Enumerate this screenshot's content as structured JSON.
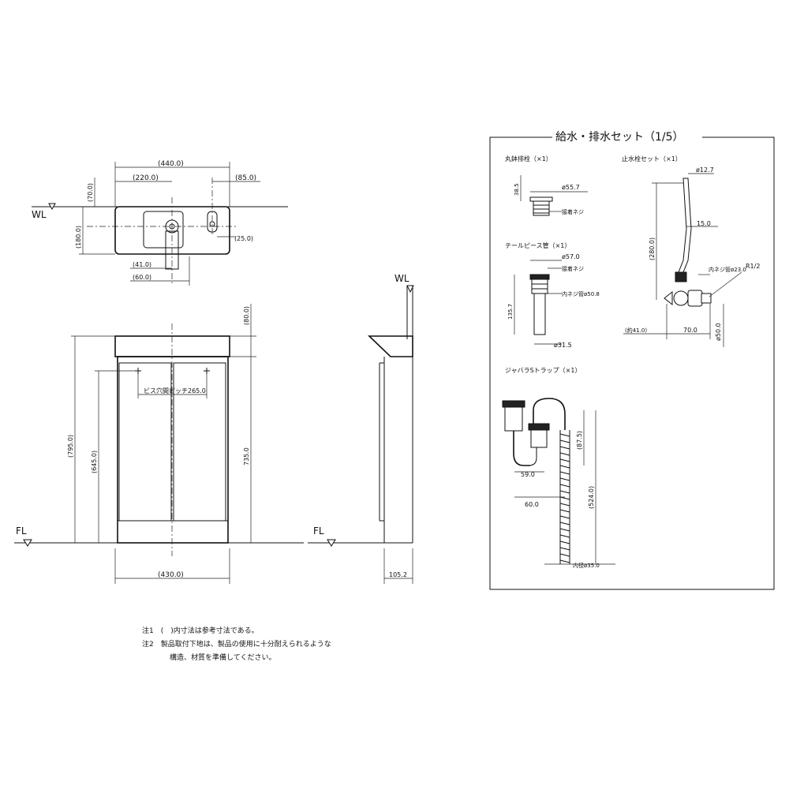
{
  "plan_view": {
    "wl": "WL",
    "dims": {
      "width": "(440.0)",
      "half": "(220.0)",
      "right_offset": "(85.0)",
      "top_offset": "(70.0)",
      "depth": "(180.0)",
      "small": "(25.0)",
      "d41": "(41.0)",
      "d60": "(60.0)"
    }
  },
  "front_view": {
    "fl": "FL",
    "dims": {
      "top_h": "(80.0)",
      "height": "(795.0)",
      "door_h": "(645.0)",
      "body_h": "735.0",
      "width": "(430.0)",
      "screw": "ビス穴間ピッチ265.0"
    }
  },
  "side_view": {
    "wl": "WL",
    "fl": "FL",
    "dims": {
      "base": "105.2"
    }
  },
  "parts_box": {
    "title": "給水・排水セット（1/5）",
    "drain": {
      "title": "丸鉢排栓（×1）",
      "d1": "38.5",
      "d2": "ø55.7",
      "note": "接着ネジ"
    },
    "stopcock": {
      "title": "止水栓セット（×1）",
      "d1": "ø12.7",
      "d2": "15.0",
      "d3": "(280.0)",
      "d4": "R1/2",
      "d5": "内ネジ管ø23.0",
      "d6": "(約41.0)",
      "d7": "70.0",
      "d8": "ø50.0"
    },
    "tailpiece": {
      "title": "テールピース管（×1）",
      "d1": "ø57.0",
      "d2": "接着ネジ",
      "d3": "内ネジ管ø50.8",
      "d4": "135.7",
      "d5": "ø31.5"
    },
    "trap": {
      "title": "ジャバラSトラップ（×1）",
      "d1": "(87.5)",
      "d2": "59.0",
      "d3": "60.0",
      "d4": "(524.0)",
      "d5": "内径ø35.0"
    }
  },
  "notes": {
    "n1": "注1　(　)内寸法は参考寸法である。",
    "n2": "注2　製品取付下地は、製品の使用に十分耐えられるような",
    "n3": "構造、材質を準備してください。"
  }
}
